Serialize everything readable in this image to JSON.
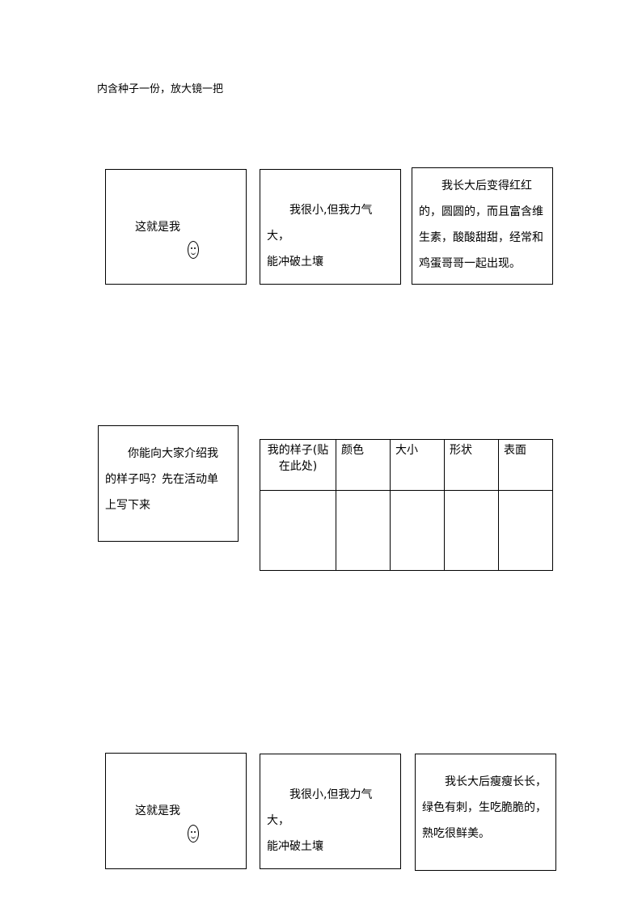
{
  "intro": "内含种子一份，放大镜一把",
  "row1": {
    "card1": "这就是我",
    "card2_line1": "我很小,但我力气大，",
    "card2_line2": "能冲破土壤",
    "card3_lines": [
      "我长大后变得红红",
      "的，圆圆的，而且富含维",
      "生素，酸酸甜甜，经常和",
      "鸡蛋哥哥一起出现。"
    ]
  },
  "prompt_lines": [
    "你能向大家介绍我",
    "的样子吗？先在活动单",
    "上写下来"
  ],
  "table": {
    "headers": [
      "我的样子(贴在此处)",
      "颜色",
      "大小",
      "形状",
      "表面"
    ],
    "rows": [
      [
        "",
        "",
        "",
        "",
        ""
      ]
    ]
  },
  "row3": {
    "card1": "这就是我",
    "card2_line1": "我很小,但我力气大，",
    "card2_line2": "能冲破土壤",
    "card3_lines": [
      "我长大后瘦瘦长长，",
      "绿色有刺，生吃脆脆的，",
      "熟吃很鲜美。"
    ]
  },
  "icons": {
    "smiley": "smiley-face-icon"
  }
}
